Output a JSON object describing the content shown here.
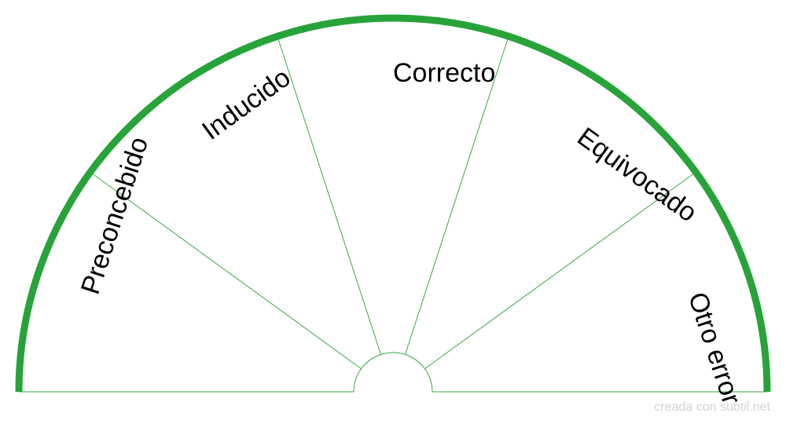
{
  "pendulum": {
    "sectors": [
      {
        "label": "Preconcebido"
      },
      {
        "label": "Inducido"
      },
      {
        "label": "Correcto"
      },
      {
        "label": "Equivocado"
      },
      {
        "label": "Otro error"
      }
    ]
  },
  "colors": {
    "arc": "#27a339",
    "divider": "#3aa845",
    "text": "#000000"
  },
  "watermark": "creada con subtil.net"
}
